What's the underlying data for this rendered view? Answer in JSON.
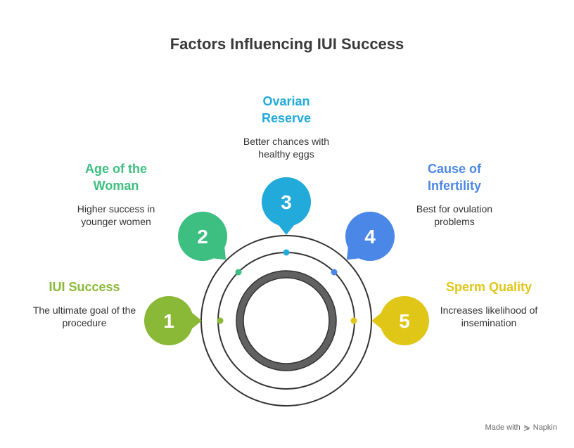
{
  "title": "Factors Influencing IUI Success",
  "factors": [
    {
      "number": "1",
      "label": "IUI Success",
      "description": "The ultimate goal of the procedure",
      "color": "#8AB937"
    },
    {
      "number": "2",
      "label": "Age of the Woman",
      "description": "Higher success in younger women",
      "color": "#3CBF80"
    },
    {
      "number": "3",
      "label": "Ovarian Reserve",
      "description": "Better chances with healthy eggs",
      "color": "#22AADB"
    },
    {
      "number": "4",
      "label": "Cause of Infertility",
      "description": "Best for ovulation problems",
      "color": "#4B87E6"
    },
    {
      "number": "5",
      "label": "Sperm Quality",
      "description": "Increases likelihood of insemination",
      "color": "#E0C617"
    }
  ],
  "ring_color": "#616161",
  "footer": {
    "text": "Made with",
    "brand": "Napkin",
    "icon": "napkin-logo-icon"
  }
}
